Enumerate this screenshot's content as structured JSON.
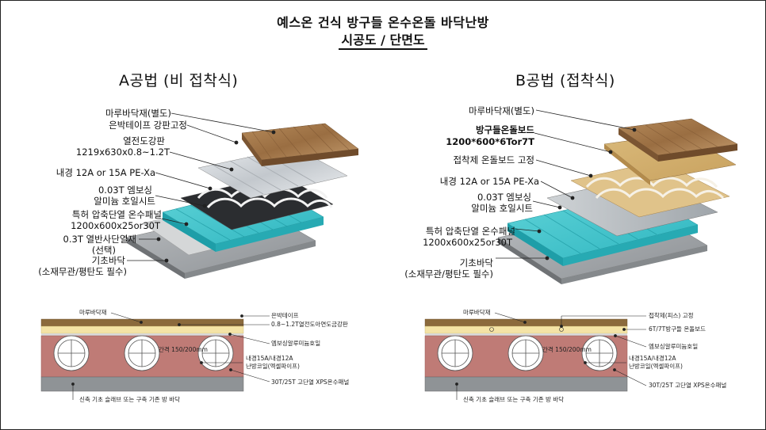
{
  "title": {
    "line1": "예스온 건식 방구들 온수온돌 바닥난방",
    "line2": "시공도 / 단면도"
  },
  "methodA": {
    "heading": "A공법 (비 접착식)",
    "labels": [
      "마루바닥재(별도)",
      "은박테이프 강판고정",
      "열전도강판",
      "1219x630x0.8~1.2T",
      "내경 12A or 15A PE-Xa",
      "0.03T 엠보싱",
      "알미늄 호일시트",
      "특허 압축단열 온수패널",
      "1200x600x25or30T",
      "0.3T 열반사단열재",
      "(선택)",
      "기초바닥",
      "(소재무관/평탄도 필수)"
    ]
  },
  "methodB": {
    "heading": "B공법 (접착식)",
    "labels": [
      "마루바닥재(별도)",
      "방구들온돌보드",
      "1200*600*6Tor7T",
      "접착제 온돌보드 고정",
      "내경 12A or 15A PE-Xa",
      "0.03T 엠보싱",
      "알미늄 호일시트",
      "특허 압축단열 온수패널",
      "1200x600x25or30T",
      "기초바닥",
      "(소재무관/평탄도 필수)"
    ]
  },
  "sectionA": {
    "floor": "마루바닥재",
    "tape": "은박테이프",
    "plate": "0.8~1.2T열전도아연도금강판",
    "foil": "엠보싱알루미늄호일",
    "spacing": "간격 150/200mm",
    "pipe1": "내경15A/내경12A",
    "pipe2": "난방코일(엑셀파이프)",
    "panel": "30T/25T  고단열 XPS온수패널",
    "base": "신축 기초 슬래브 또는 구축 기존 방 바닥"
  },
  "sectionB": {
    "floor": "마루바닥재",
    "glue": "접착제(피스) 고정",
    "board": "6T/7T방구들 온돌보드",
    "foil": "엠보싱알루미늄호일",
    "spacing": "간격 150/200mm",
    "pipe1": "내경15A/내경12A",
    "pipe2": "난방코일(엑셀파이프)",
    "panel": "30T/25T  고단열 XPS온수패널",
    "base": "신축 기초 슬래브 또는 구축 기존 방 바닥"
  }
}
